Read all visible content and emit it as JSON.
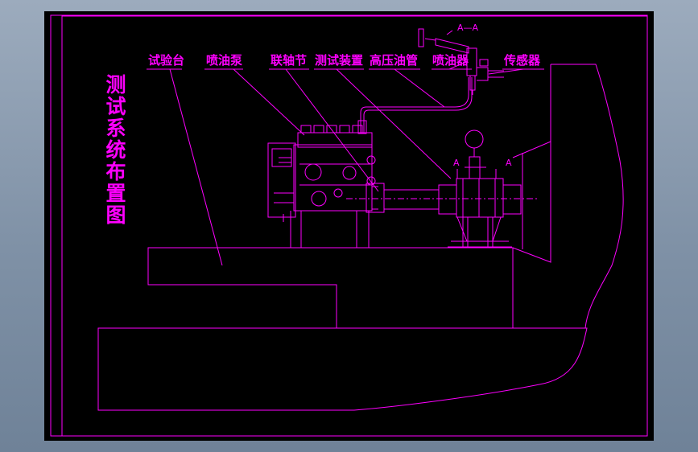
{
  "drawing": {
    "title_vertical": "测试系统布置图",
    "section_label": "A—A",
    "section_mark_left": "A",
    "section_mark_right": "A",
    "callouts": [
      {
        "id": "test-bench",
        "text": "试验台"
      },
      {
        "id": "injection-pump",
        "text": "喷油泵"
      },
      {
        "id": "coupling",
        "text": "联轴节"
      },
      {
        "id": "test-device",
        "text": "测试装置"
      },
      {
        "id": "hp-oil-pipe",
        "text": "高压油管"
      },
      {
        "id": "injector",
        "text": "喷油器"
      },
      {
        "id": "sensor",
        "text": "传感器"
      }
    ]
  },
  "colors": {
    "background": "#000000",
    "line": "#ff00ff",
    "viewport_outer": "#8d9db1"
  }
}
